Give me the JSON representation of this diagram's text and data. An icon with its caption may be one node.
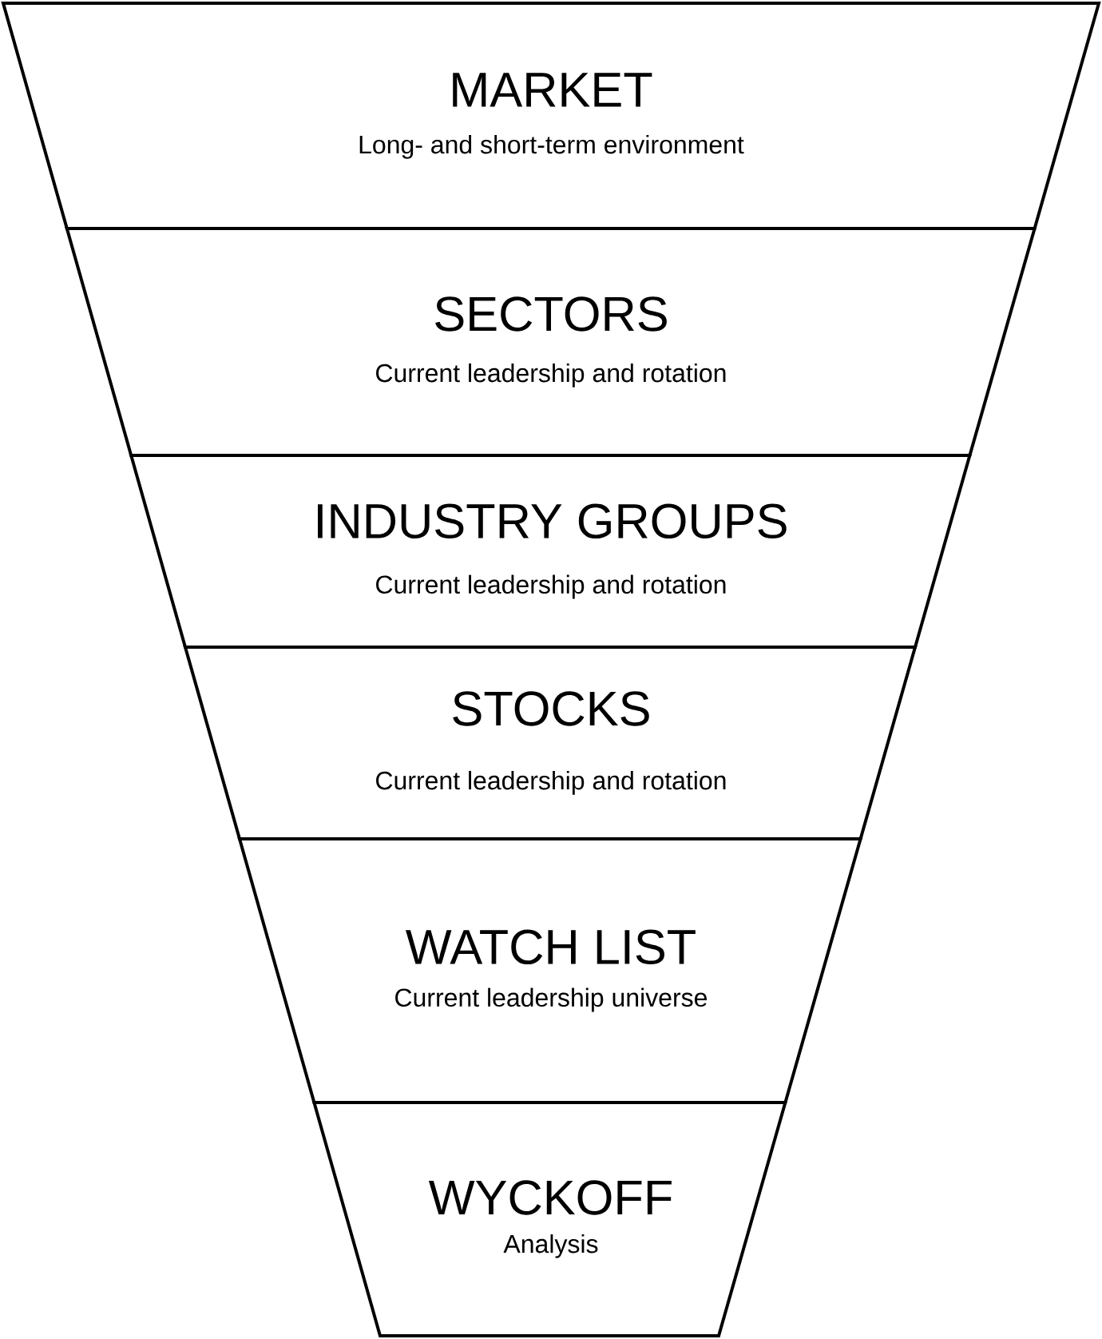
{
  "diagram": {
    "nodes": [
      {
        "text": [
          "MARKET",
          "Long- and short-term environment"
        ]
      },
      {
        "text": [
          "SECTORS",
          "Current leadership and rotation"
        ]
      },
      {
        "text": [
          "INDUSTRY GROUPS",
          "Current leadership and rotation"
        ]
      },
      {
        "text": [
          "STOCKS",
          "Current leadership and rotation"
        ]
      },
      {
        "text": [
          "WATCH LIST",
          "Current leadership universe"
        ]
      },
      {
        "text": [
          "WYCKOFF",
          "Analysis"
        ]
      }
    ]
  }
}
